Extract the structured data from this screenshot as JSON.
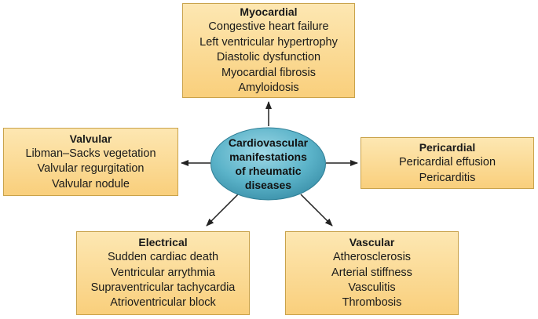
{
  "center": {
    "lines": [
      "Cardiovascular",
      "manifestations",
      "of rheumatic",
      "diseases"
    ]
  },
  "myocardial": {
    "title": "Myocardial",
    "items": [
      "Congestive heart failure",
      "Left ventricular hypertrophy",
      "Diastolic dysfunction",
      "Myocardial fibrosis",
      "Amyloidosis"
    ]
  },
  "valvular": {
    "title": "Valvular",
    "items": [
      "Libman–Sacks vegetation",
      "Valvular regurgitation",
      "Valvular nodule"
    ]
  },
  "pericardial": {
    "title": "Pericardial",
    "items": [
      "Pericardial effusion",
      "Pericarditis"
    ]
  },
  "electrical": {
    "title": "Electrical",
    "items": [
      "Sudden cardiac death",
      "Ventricular arrythmia",
      "Supraventricular tachycardia",
      "Atrioventricular block"
    ]
  },
  "vascular": {
    "title": "Vascular",
    "items": [
      "Atherosclerosis",
      "Arterial stiffness",
      "Vasculitis",
      "Thrombosis"
    ]
  },
  "colors": {
    "box_fill": "#fbd98e",
    "box_border": "#c9a24a",
    "hub_fill": "#5bb3c9",
    "arrow": "#222222"
  }
}
